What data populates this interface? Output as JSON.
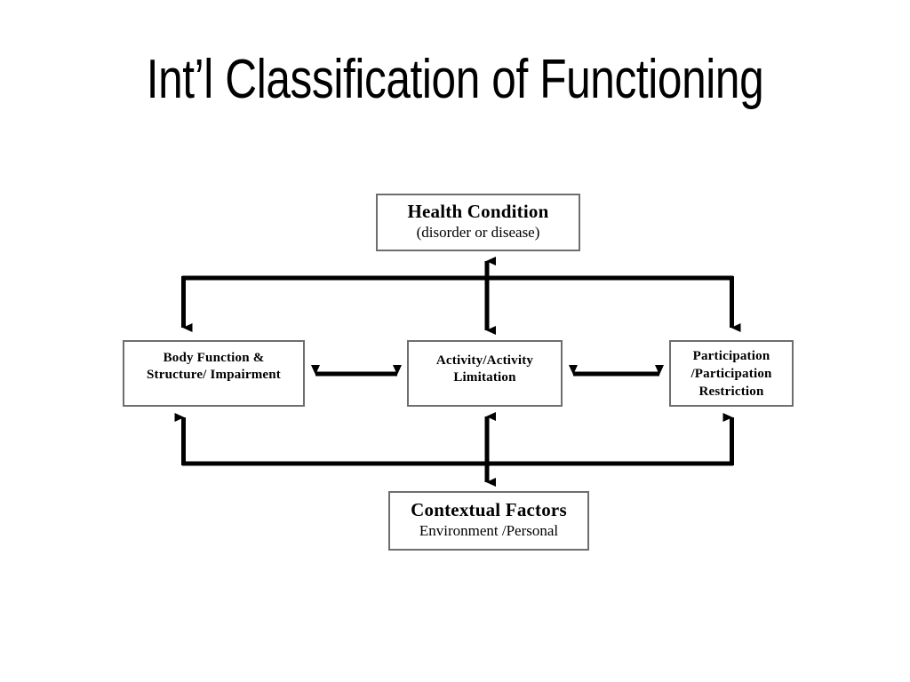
{
  "slide": {
    "title": "Int’l Classification of Functioning",
    "background_color": "#ffffff",
    "text_color": "#000000"
  },
  "diagram": {
    "type": "flow-diagram",
    "name": "ICF Model",
    "box_border_color": "#6e6e6e",
    "connector_color": "#000000",
    "nodes": [
      {
        "id": "health-condition",
        "title": "Health Condition",
        "subtitle": "(disorder or disease)",
        "position": "top-center"
      },
      {
        "id": "body-function",
        "line1": "Body Function &",
        "line2": "Structure/ Impairment",
        "position": "middle-left"
      },
      {
        "id": "activity",
        "line1": "Activity/Activity",
        "line2": "Limitation",
        "position": "middle-center"
      },
      {
        "id": "participation",
        "line1": "Participation",
        "line2": "/Participation",
        "line3": "Restriction",
        "position": "middle-right"
      },
      {
        "id": "contextual-factors",
        "title": "Contextual Factors",
        "subtitle": "Environment /Personal",
        "position": "bottom-center"
      }
    ],
    "connections": [
      {
        "from": "health-condition",
        "to": "activity",
        "style": "double-arrow-vertical"
      },
      {
        "from": "health-condition-bus",
        "to": "body-function",
        "style": "arrow-down"
      },
      {
        "from": "health-condition-bus",
        "to": "participation",
        "style": "arrow-down"
      },
      {
        "from": "body-function",
        "to": "activity",
        "style": "double-arrow-horizontal"
      },
      {
        "from": "activity",
        "to": "participation",
        "style": "double-arrow-horizontal"
      },
      {
        "from": "activity",
        "to": "contextual-factors",
        "style": "double-arrow-vertical"
      },
      {
        "from": "contextual-factors-bus",
        "to": "body-function",
        "style": "arrow-up"
      },
      {
        "from": "contextual-factors-bus",
        "to": "participation",
        "style": "arrow-up"
      }
    ]
  }
}
